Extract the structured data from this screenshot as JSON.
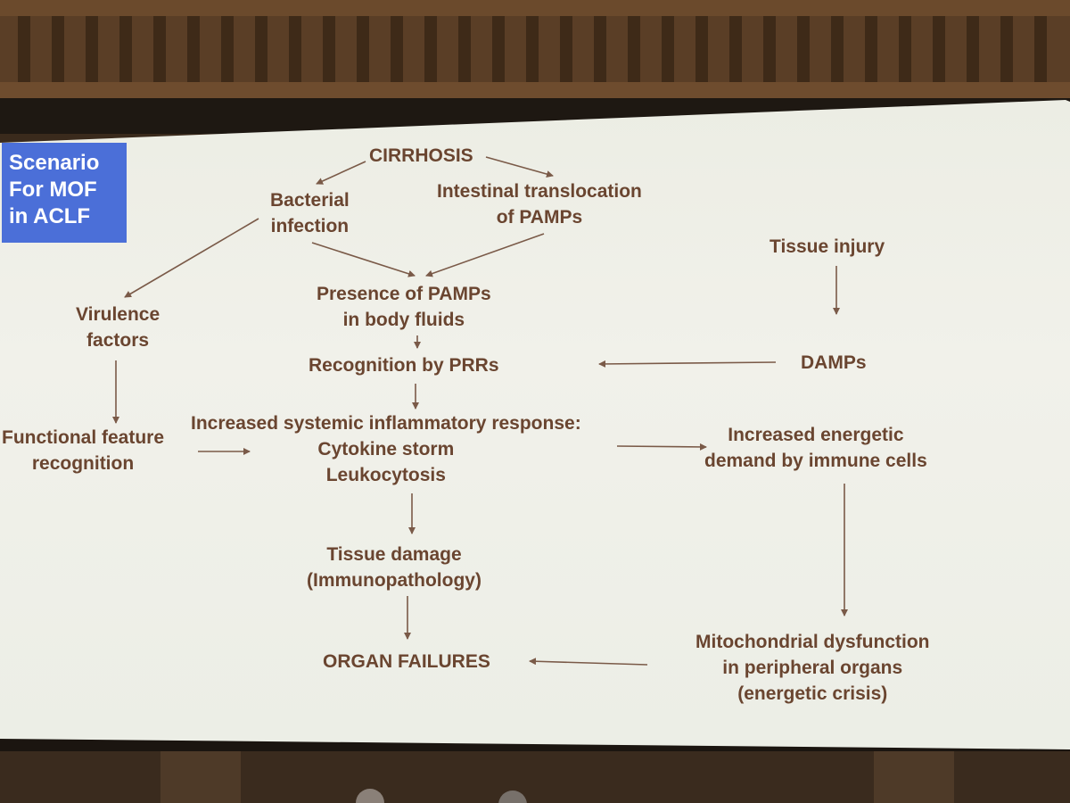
{
  "badge": {
    "lines": [
      "Scenario",
      "For MOF",
      "in ACLF"
    ],
    "color": "#4b6fd8"
  },
  "nodes": {
    "cirrhosis": [
      "CIRRHOSIS"
    ],
    "bacterial_infection": [
      "Bacterial",
      "infection"
    ],
    "intestinal_translocation": [
      "Intestinal translocation",
      "of PAMPs"
    ],
    "tissue_injury": [
      "Tissue injury"
    ],
    "presence_pamps": [
      "Presence of PAMPs",
      "in body fluids"
    ],
    "virulence_factors": [
      "Virulence",
      "factors"
    ],
    "recognition_prrs": [
      "Recognition by PRRs"
    ],
    "damps": [
      "DAMPs"
    ],
    "functional_feature": [
      "Functional feature",
      "recognition"
    ],
    "systemic_inflammation": [
      "Increased systemic inflammatory response:",
      "Cytokine storm",
      "Leukocytosis"
    ],
    "energetic_demand": [
      "Increased energetic",
      "demand by immune cells"
    ],
    "tissue_damage": [
      "Tissue damage",
      "(Immunopathology)"
    ],
    "organ_failures": [
      "ORGAN FAILURES"
    ],
    "mitochondrial_dysfunction": [
      "Mitochondrial dysfunction",
      "in peripheral organs",
      "(energetic crisis)"
    ]
  },
  "colors": {
    "text": "#6a4530",
    "arrow": "#7a5a48",
    "screen": "#eeefe7"
  }
}
